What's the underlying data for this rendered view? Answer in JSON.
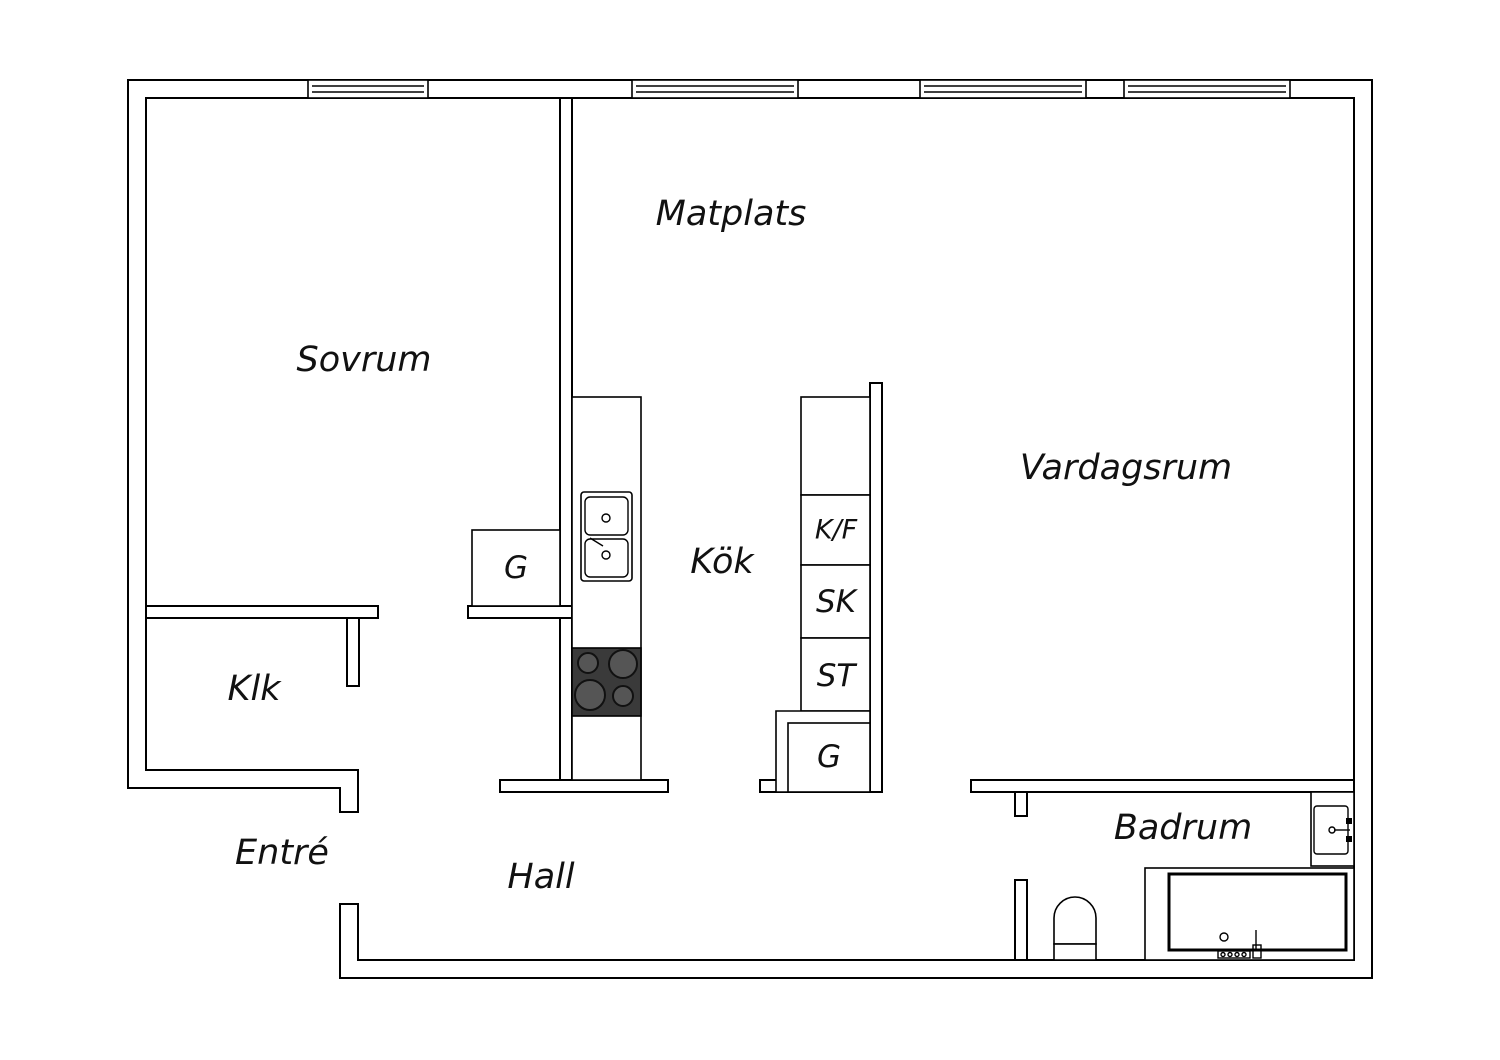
{
  "floor_plan": {
    "rooms": {
      "matplats": "Matplats",
      "sovrum": "Sovrum",
      "vardagsrum": "Vardagsrum",
      "kok": "Kök",
      "klk": "Klk",
      "entre": "Entré",
      "hall": "Hall",
      "badrum": "Badrum"
    },
    "units": {
      "wardrobe_hall": "G",
      "fridge_freezer": "K/F",
      "cabinet_sk": "SK",
      "cabinet_st": "ST",
      "wardrobe_kitchen": "G"
    },
    "colors": {
      "walls": "#000000",
      "background": "#ffffff",
      "stove": "#3a3a3a"
    },
    "icons": [
      "sink-icon",
      "stove-icon",
      "toilet-icon",
      "bathtub-icon",
      "washbasin-icon",
      "window-icon"
    ]
  }
}
